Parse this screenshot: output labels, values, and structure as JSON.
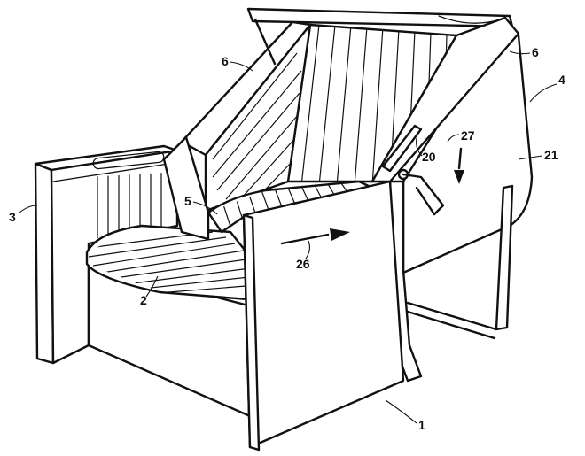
{
  "reference_labels": {
    "label_1": "1",
    "label_2": "2",
    "label_3": "3",
    "label_4": "4",
    "label_5": "5",
    "label_6_left": "6",
    "label_6_right": "6",
    "label_20": "20",
    "label_21": "21",
    "label_26": "26",
    "label_27": "27"
  },
  "colors": {
    "ink": "#111111",
    "paper": "#ffffff"
  }
}
